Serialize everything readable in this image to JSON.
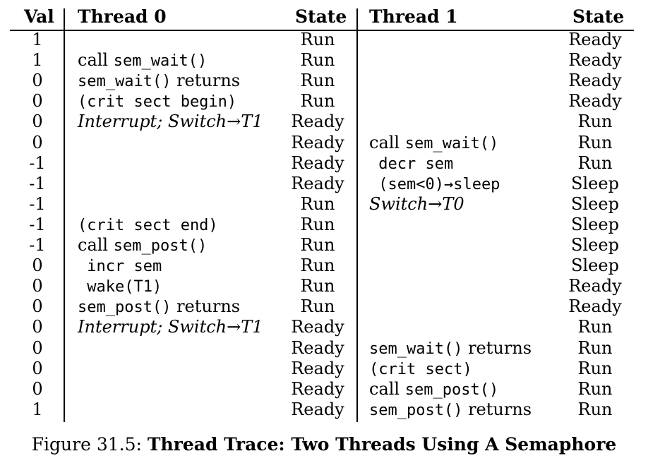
{
  "table": {
    "headers": {
      "val": "Val",
      "thread0": "Thread 0",
      "state0": "State",
      "thread1": "Thread 1",
      "state1": "State"
    },
    "rows": [
      {
        "val": "1",
        "t0": [],
        "s0": "Run",
        "t1": [],
        "s1": "Ready"
      },
      {
        "val": "1",
        "t0": [
          {
            "t": "call "
          },
          {
            "t": "sem_wait()",
            "s": "mono"
          }
        ],
        "s0": "Run",
        "t1": [],
        "s1": "Ready"
      },
      {
        "val": "0",
        "t0": [
          {
            "t": "sem_wait()",
            "s": "mono"
          },
          {
            "t": " returns"
          }
        ],
        "s0": "Run",
        "t1": [],
        "s1": "Ready"
      },
      {
        "val": "0",
        "t0": [
          {
            "t": "(crit sect begin)",
            "s": "mono"
          }
        ],
        "s0": "Run",
        "t1": [],
        "s1": "Ready"
      },
      {
        "val": "0",
        "t0": [
          {
            "t": "Interrupt; Switch→T1",
            "s": "it"
          }
        ],
        "s0": "Ready",
        "t1": [],
        "s1": "Run"
      },
      {
        "val": "0",
        "t0": [],
        "s0": "Ready",
        "t1": [
          {
            "t": "call "
          },
          {
            "t": "sem_wait()",
            "s": "mono"
          }
        ],
        "s1": "Run"
      },
      {
        "val": "-1",
        "t0": [],
        "s0": "Ready",
        "t1": [
          {
            "t": " decr sem",
            "s": "mono"
          }
        ],
        "s1": "Run"
      },
      {
        "val": "-1",
        "t0": [],
        "s0": "Ready",
        "t1": [
          {
            "t": " (sem<0)→sleep",
            "s": "mono"
          }
        ],
        "s1": "Sleep"
      },
      {
        "val": "-1",
        "t0": [],
        "s0": "Run",
        "t1": [
          {
            "t": "Switch→T0",
            "s": "it"
          }
        ],
        "s1": "Sleep"
      },
      {
        "val": "-1",
        "t0": [
          {
            "t": "(crit sect end)",
            "s": "mono"
          }
        ],
        "s0": "Run",
        "t1": [],
        "s1": "Sleep"
      },
      {
        "val": "-1",
        "t0": [
          {
            "t": "call "
          },
          {
            "t": "sem_post()",
            "s": "mono"
          }
        ],
        "s0": "Run",
        "t1": [],
        "s1": "Sleep"
      },
      {
        "val": "0",
        "t0": [
          {
            "t": " incr sem",
            "s": "mono"
          }
        ],
        "s0": "Run",
        "t1": [],
        "s1": "Sleep"
      },
      {
        "val": "0",
        "t0": [
          {
            "t": " wake(T1)",
            "s": "mono"
          }
        ],
        "s0": "Run",
        "t1": [],
        "s1": "Ready"
      },
      {
        "val": "0",
        "t0": [
          {
            "t": "sem_post()",
            "s": "mono"
          },
          {
            "t": " returns"
          }
        ],
        "s0": "Run",
        "t1": [],
        "s1": "Ready"
      },
      {
        "val": "0",
        "t0": [
          {
            "t": "Interrupt; Switch→T1",
            "s": "it"
          }
        ],
        "s0": "Ready",
        "t1": [],
        "s1": "Run"
      },
      {
        "val": "0",
        "t0": [],
        "s0": "Ready",
        "t1": [
          {
            "t": "sem_wait()",
            "s": "mono"
          },
          {
            "t": " returns"
          }
        ],
        "s1": "Run"
      },
      {
        "val": "0",
        "t0": [],
        "s0": "Ready",
        "t1": [
          {
            "t": "(crit sect)",
            "s": "mono"
          }
        ],
        "s1": "Run"
      },
      {
        "val": "0",
        "t0": [],
        "s0": "Ready",
        "t1": [
          {
            "t": "call "
          },
          {
            "t": "sem_post()",
            "s": "mono"
          }
        ],
        "s1": "Run"
      },
      {
        "val": "1",
        "t0": [],
        "s0": "Ready",
        "t1": [
          {
            "t": "sem_post()",
            "s": "mono"
          },
          {
            "t": " returns"
          }
        ],
        "s1": "Run"
      }
    ]
  },
  "caption": {
    "prefix": "Figure 31.5: ",
    "title": "Thread Trace: Two Threads Using A Semaphore"
  }
}
